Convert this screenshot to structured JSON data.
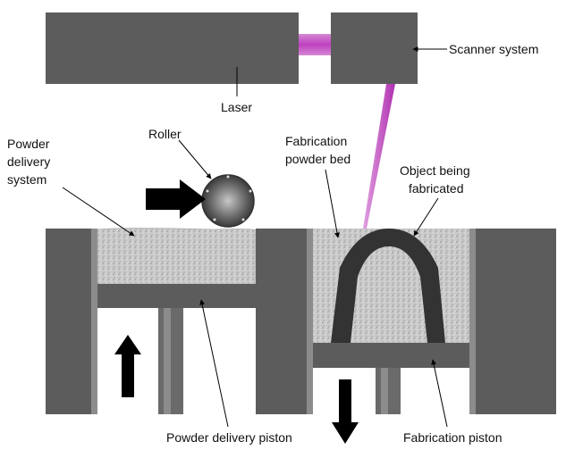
{
  "labels": {
    "laser": "Laser",
    "scanner": "Scanner system",
    "roller": "Roller",
    "powder_delivery_system_1": "Powder",
    "powder_delivery_system_2": "delivery",
    "powder_delivery_system_3": "system",
    "fabrication_bed_1": "Fabrication",
    "fabrication_bed_2": "powder bed",
    "object_1": "Object being",
    "object_2": "fabricated",
    "delivery_piston": "Powder delivery piston",
    "fabrication_piston": "Fabrication piston"
  },
  "colors": {
    "machine": "#5c5c5c",
    "powder": "#c8c8c8",
    "beam": "#cc55cc",
    "object": "#333333",
    "arrow": "#000000"
  },
  "icons": {
    "push_arrow": "arrow-right",
    "up_arrow": "arrow-up",
    "down_arrow": "arrow-down"
  }
}
